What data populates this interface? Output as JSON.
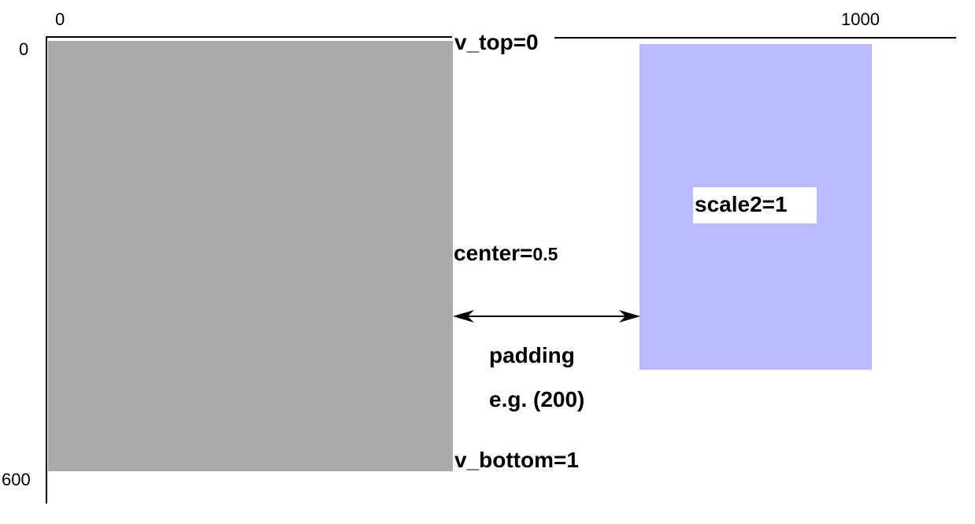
{
  "axis": {
    "x_start_label": "0",
    "x_end_label": "1000",
    "y_start_label": "0",
    "y_end_label": "600"
  },
  "labels": {
    "v_top": "v_top=0",
    "v_bottom": "v_bottom=1",
    "center_prefix": "center=",
    "center_value": "0.5",
    "padding": "padding",
    "padding_example": "e.g. (200)",
    "scale2": "scale2=1"
  },
  "colors": {
    "gray_rect": "#aaaaaa",
    "purple_rect": "#babaff",
    "line": "#000000"
  }
}
